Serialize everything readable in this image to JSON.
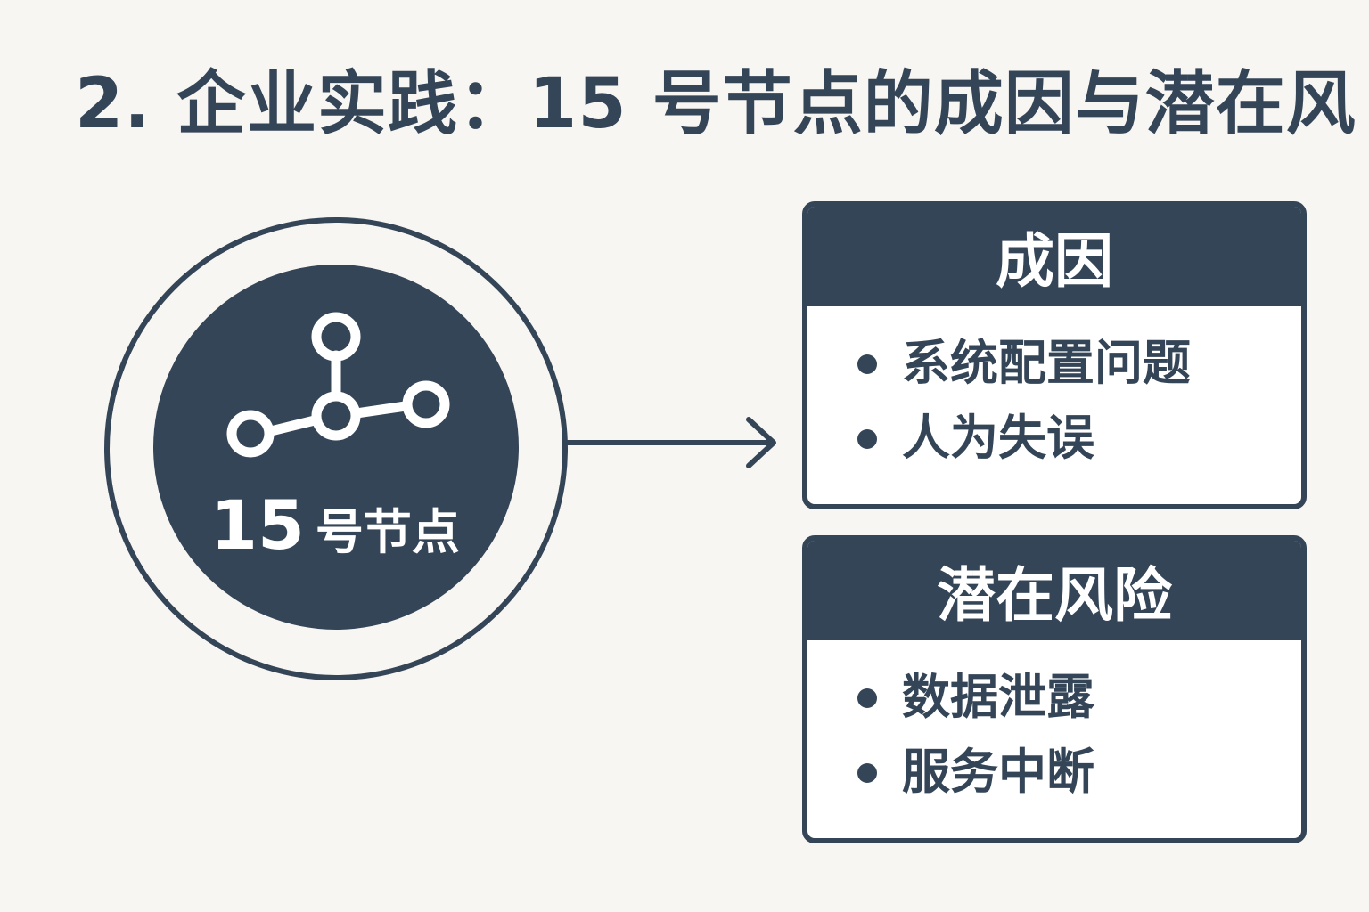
{
  "title": "2. 企业实践：15 号节点的成因与潜在风",
  "node": {
    "number": "15",
    "label": "号节点",
    "icon": "network-nodes-icon"
  },
  "cause_card": {
    "header": "成因",
    "items": [
      "系统配置问题",
      "人为失误"
    ]
  },
  "risk_card": {
    "header": "潜在风险",
    "items": [
      "数据泄露",
      "服务中断"
    ]
  },
  "colors": {
    "primary": "#354558",
    "background": "#f8f6f2",
    "card_body": "#ffffff",
    "text_on_dark": "#ffffff"
  }
}
